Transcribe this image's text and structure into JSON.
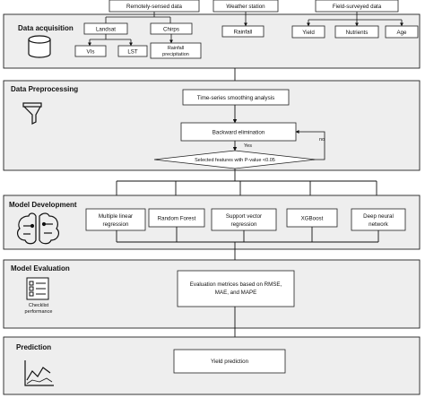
{
  "top_labels": {
    "remote": "Remotely-sensed data",
    "weather": "Weather station",
    "field": "Field-surveyed data"
  },
  "stages": {
    "acquisition": "Data acquisition",
    "preprocessing": "Data Preprocessing",
    "development": "Model Development",
    "evaluation": "Model Evaluation",
    "prediction": "Prediction"
  },
  "acquisition": {
    "landsat": "Landsat",
    "chirps": "Chirps",
    "vis": "VIs",
    "lst": "LST",
    "rainfall_precip_1": "Rainfall",
    "rainfall_precip_2": "precipitation",
    "rainfall": "Rainfall",
    "yield": "Yield",
    "nutrients": "Nutrients",
    "age": "Age"
  },
  "preprocessing": {
    "smoothing": "Time-series smoothing analysis",
    "backward": "Backward elimination",
    "decision": "Selected features with P-value <0.05",
    "yes": "Yes",
    "no": "no"
  },
  "models": [
    {
      "line1": "Multiple linear",
      "line2": "regression"
    },
    {
      "line1": "Random Forest",
      "line2": ""
    },
    {
      "line1": "Support vector",
      "line2": "regression"
    },
    {
      "line1": "XGBoost",
      "line2": ""
    },
    {
      "line1": "Deep neural",
      "line2": "network"
    }
  ],
  "evaluation": {
    "line1": "Evaluation metrices based on RMSE,",
    "line2": "MAE, and MAPE",
    "icon_label_1": "Checklist",
    "icon_label_2": "performance"
  },
  "prediction": {
    "box": "Yield prediction"
  },
  "colors": {
    "panel_fill": "#eeeeee",
    "border": "#222222",
    "line": "#111111"
  },
  "icons": [
    "database-icon",
    "funnel-icon",
    "brain-circuit-icon",
    "checklist-icon",
    "line-chart-icon"
  ]
}
